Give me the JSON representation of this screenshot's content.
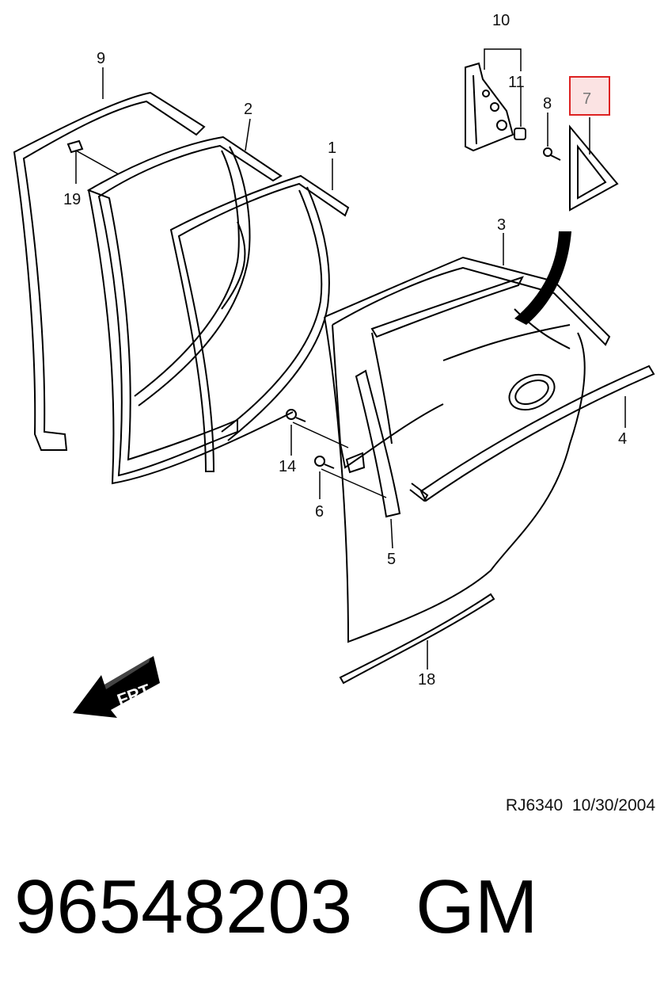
{
  "callouts": [
    "1",
    "2",
    "3",
    "4",
    "5",
    "6",
    "7",
    "8",
    "9",
    "10",
    "11",
    "14",
    "18",
    "19"
  ],
  "highlighted_callout": "7",
  "frt_label": "FRT",
  "reference": {
    "code": "RJ6340",
    "date": "10/30/2004"
  },
  "part": {
    "number": "96548203",
    "brand": "GM"
  },
  "colors": {
    "highlight_border": "#dd2222",
    "highlight_fill": "#fbe3e3",
    "ink": "#111111"
  }
}
